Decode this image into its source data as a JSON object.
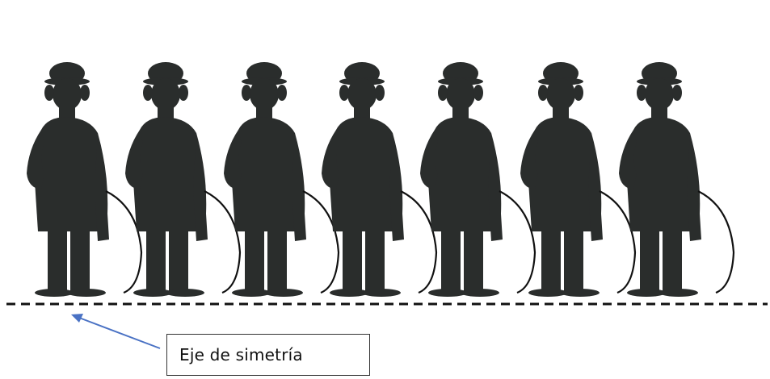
{
  "figure": {
    "repeated_figure": "silhouette-of-man-with-bowler-hat-and-cane",
    "figure_count": 7,
    "figure_color": "#2a2d2c",
    "axis_line_style": "dashed",
    "axis_line_color": "#111111",
    "arrow_color": "#4a72c4"
  },
  "label": {
    "text": "Eje de simetría"
  }
}
